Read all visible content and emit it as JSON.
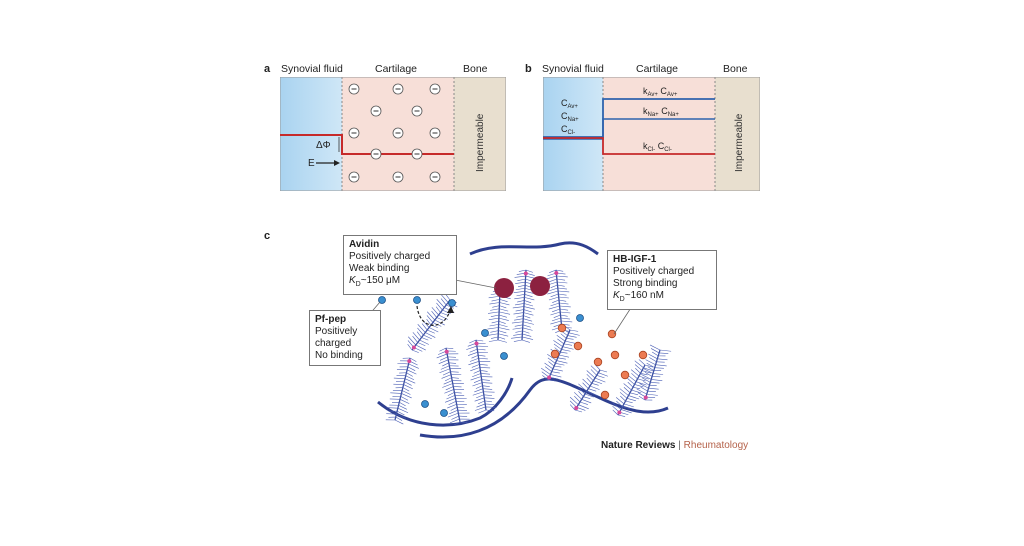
{
  "panel_a": {
    "letter": "a",
    "headers": {
      "fluid": "Synovial fluid",
      "cartilage": "Cartilage",
      "bone": "Bone"
    },
    "delta_phi": "ΔΦ",
    "field": "E",
    "bone_label": "Impermeable"
  },
  "panel_b": {
    "letter": "b",
    "headers": {
      "fluid": "Synovial fluid",
      "cartilage": "Cartilage",
      "bone": "Bone"
    },
    "conc": {
      "c_av": "C",
      "c_av_sub": "Av+",
      "c_na": "C",
      "c_na_sub": "Na+",
      "c_cl": "C",
      "c_cl_sub": "Cl-"
    },
    "partition": {
      "av": {
        "k": "k",
        "k_sub": "Av+",
        "c": "C",
        "c_sub": "Av+"
      },
      "na": {
        "k": "k",
        "k_sub": "Na+",
        "c": "C",
        "c_sub": "Na+"
      },
      "cl": {
        "k": "k",
        "k_sub": "Cl-",
        "c": "C",
        "c_sub": "Cl-"
      }
    },
    "bone_label": "Impermeable"
  },
  "panel_c": {
    "letter": "c",
    "avidin": {
      "title": "Avidin",
      "l1": "Positively charged",
      "l2": "Weak binding",
      "kd_k": "K",
      "kd_sub": "D",
      "kd_val": "~150 μM"
    },
    "hbigf": {
      "title": "HB-IGF-1",
      "l1": "Positively charged",
      "l2": "Strong binding",
      "kd_k": "K",
      "kd_sub": "D",
      "kd_val": "~160 nM"
    },
    "pfpep": {
      "title": "Pf-pep",
      "l1": "Positively",
      "l2": "charged",
      "l3": "No binding"
    }
  },
  "credit": {
    "journal": "Nature Reviews",
    "sep": "|",
    "section": "Rheumatology"
  },
  "colors": {
    "fluid": "#b9dcf2",
    "cartilage": "#f6dcd6",
    "bone": "#e6dccb",
    "red": "#c62a2a",
    "blue": "#2f63ad",
    "orange": "#ec7b52",
    "avidin": "#8c2140",
    "gag": "#3b4fa0"
  }
}
